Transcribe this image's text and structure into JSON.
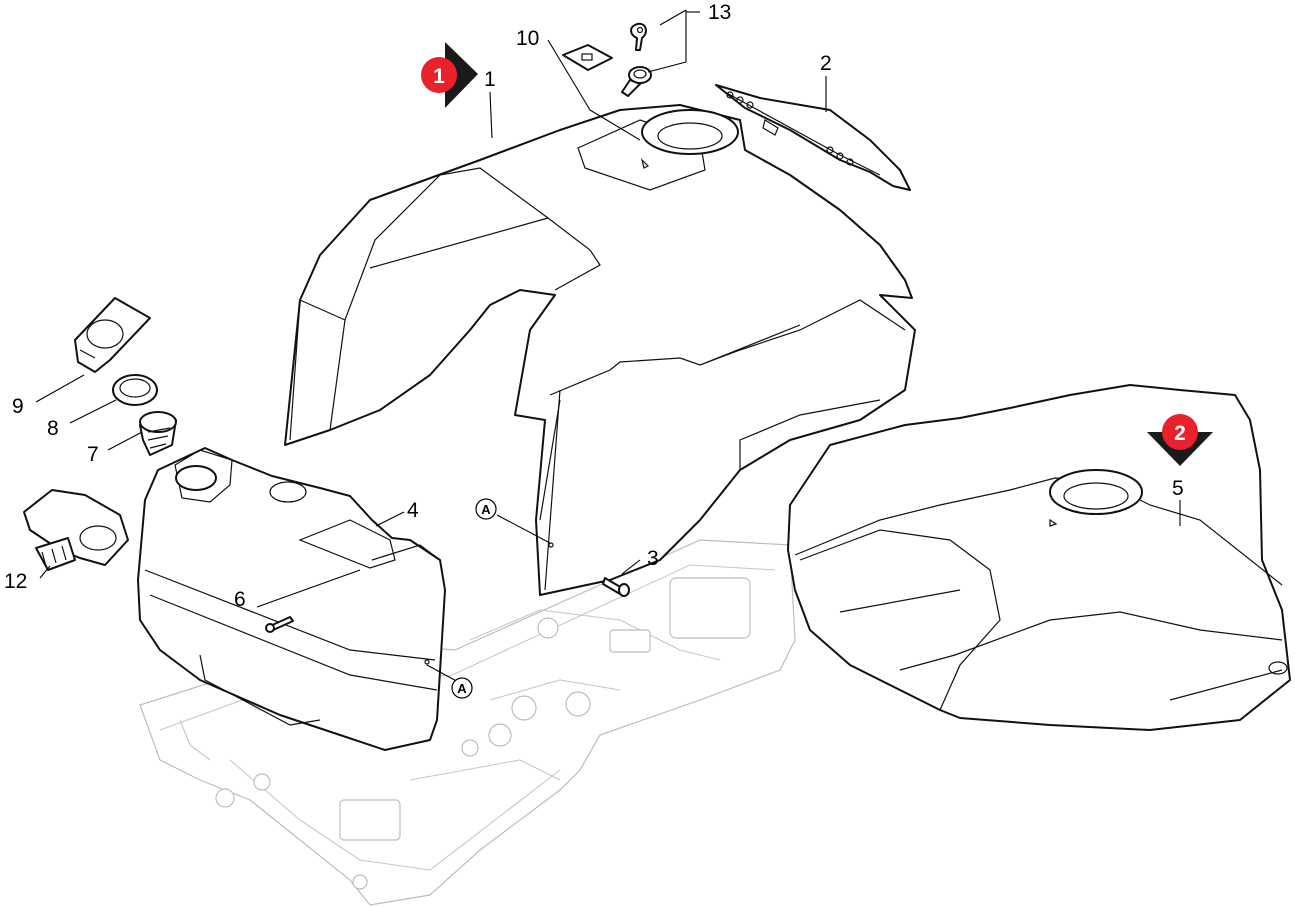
{
  "callouts": {
    "c1": "1",
    "c2": "2",
    "c3": "3",
    "c4": "4",
    "c5": "5",
    "c6": "6",
    "c7": "7",
    "c8": "8",
    "c9": "9",
    "c10": "10",
    "c12": "12",
    "c13": "13"
  },
  "markers": {
    "m1": "1",
    "m2": "2"
  },
  "references": {
    "ref_a_1": "A",
    "ref_a_2": "A"
  },
  "colors": {
    "marker_red": "#e8212b",
    "marker_dark": "#1a1a1a",
    "ghost_gray": "#bdbdbd"
  }
}
